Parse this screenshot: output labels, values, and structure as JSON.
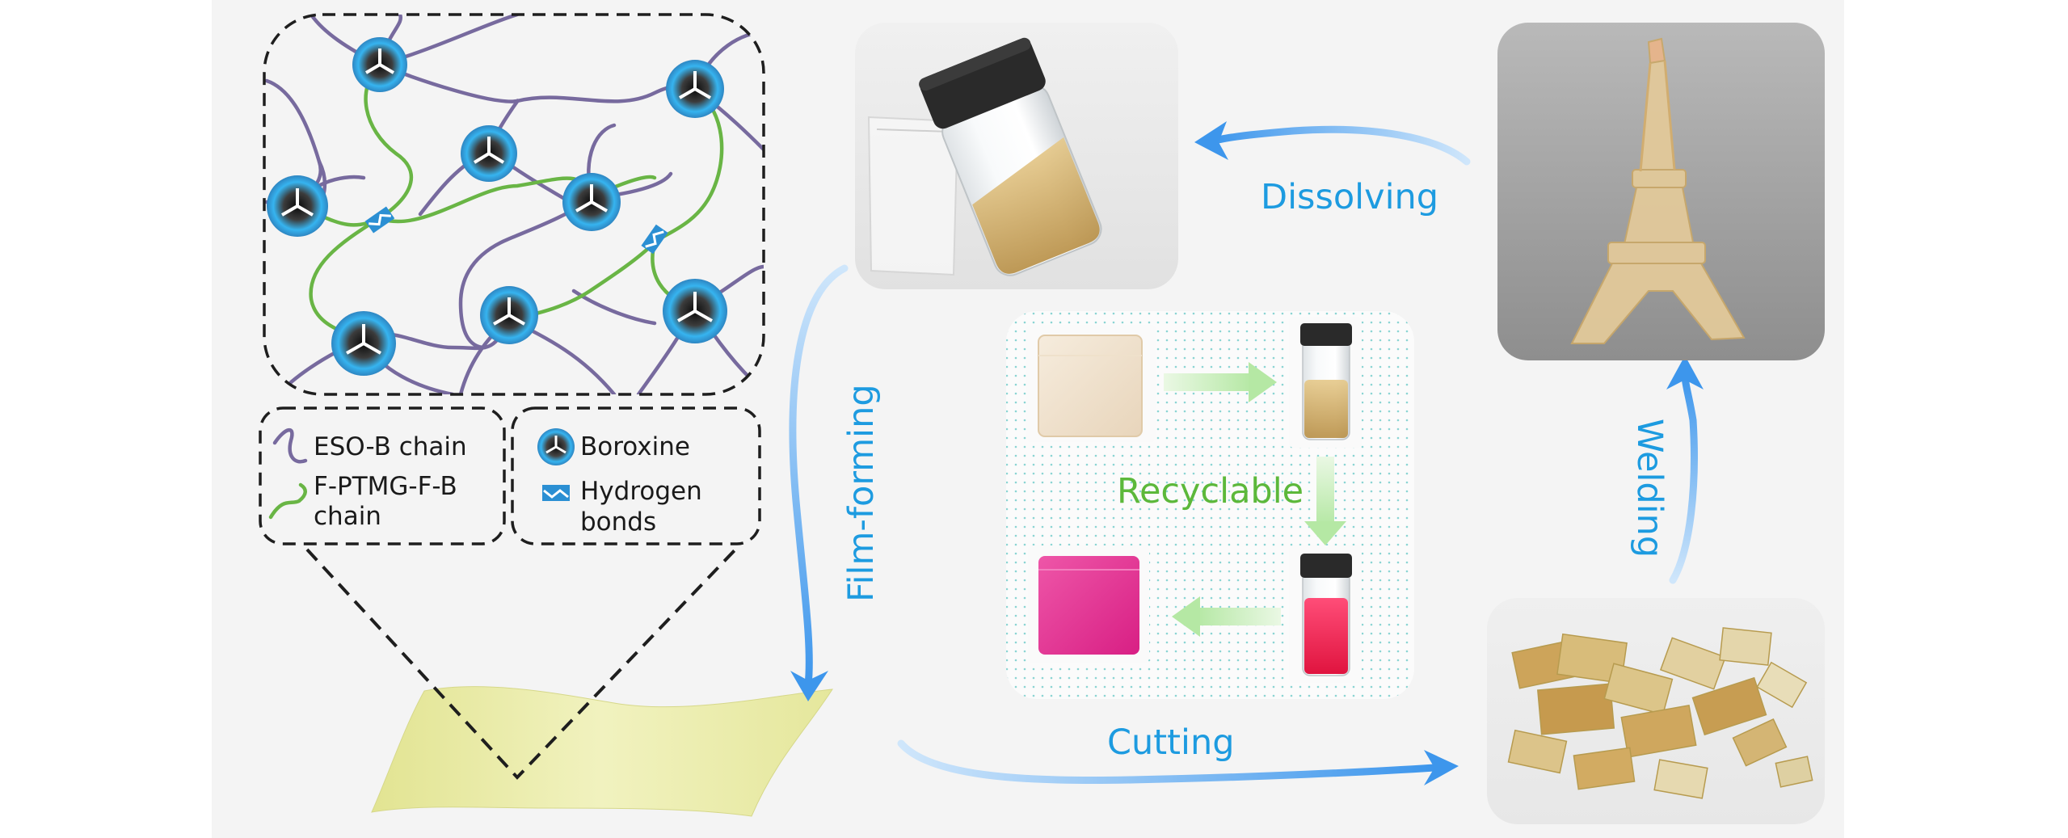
{
  "colors": {
    "panel_bg": "#f4f4f4",
    "arrow_blue": "#3d96ec",
    "label_blue": "#1d9be0",
    "eso_chain": "#776a9e",
    "ptmg_chain": "#69b545",
    "recycle_green": "#5cb83a",
    "boroxine_glow": "#36b4f0",
    "boroxine_core": "#3c3c3c",
    "film": "#ecedaa",
    "pink_cube": "#e0308e",
    "red_solution": "#f21d55"
  },
  "icons": {
    "boroxine": "boroxine-node-icon",
    "hydrogen_bond": "hydrogen-bond-icon"
  },
  "legend": {
    "eso_chain": "ESO-B chain",
    "ptmg_chain_line1": "F-PTMG-F-B",
    "ptmg_chain_line2": "chain",
    "boroxine": "Boroxine",
    "hbond_line1": "Hydrogen",
    "hbond_line2": "bonds"
  },
  "process": {
    "film_forming": "Film-forming",
    "cutting": "Cutting",
    "welding": "Welding",
    "dissolving": "Dissolving",
    "recyclable": "Recyclable"
  }
}
